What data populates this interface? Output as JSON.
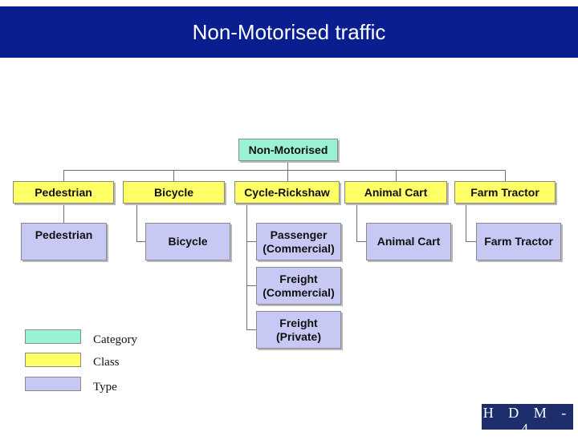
{
  "header": {
    "title": "Non-Motorised traffic"
  },
  "diagram": {
    "root": "Non-Motorised",
    "classes": [
      "Pedestrian",
      "Bicycle",
      "Cycle-Rickshaw",
      "Animal Cart",
      "Farm Tractor"
    ],
    "types": {
      "pedestrian": "Pedestrian",
      "bicycle": "Bicycle",
      "rickshaw_passenger": "Passenger\n(Commercial)",
      "rickshaw_freight_commercial": "Freight\n(Commercial)",
      "rickshaw_freight_private": "Freight\n(Private)",
      "animal_cart": "Animal Cart",
      "farm_tractor": "Farm Tractor"
    }
  },
  "legend": {
    "items": [
      {
        "label": "Category",
        "color": "#99f2d5"
      },
      {
        "label": "Class",
        "color": "#ffff66"
      },
      {
        "label": "Type",
        "color": "#c8c8f5"
      }
    ]
  },
  "logo": {
    "text": "H D M - 4",
    "subtitle": "HIGHWAY DEVELOPMENT & MANAGEMENT"
  },
  "colors": {
    "title_bar": "#0b1e8f",
    "category": "#99f2d5",
    "class": "#ffff66",
    "type": "#c8c8f5"
  }
}
